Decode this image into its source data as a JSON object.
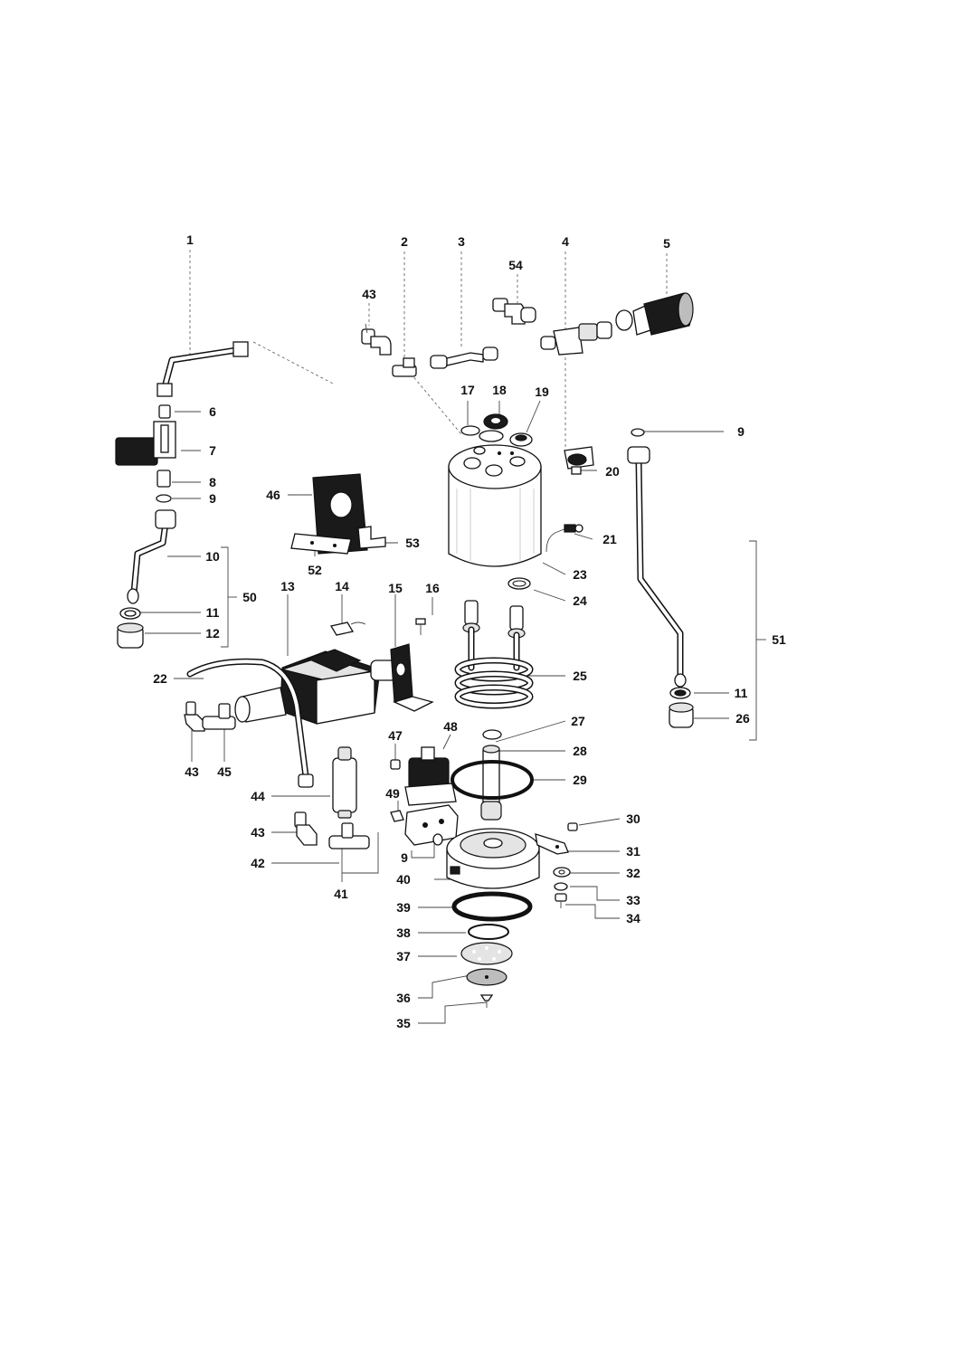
{
  "diagram": {
    "part_numbers": [
      "1",
      "2",
      "3",
      "4",
      "5",
      "54",
      "43",
      "6",
      "7",
      "8",
      "9",
      "10",
      "11",
      "12",
      "50",
      "46",
      "52",
      "53",
      "17",
      "18",
      "19",
      "20",
      "21",
      "23",
      "24",
      "25",
      "9",
      "51",
      "11",
      "26",
      "13",
      "14",
      "15",
      "16",
      "22",
      "43",
      "45",
      "47",
      "48",
      "27",
      "28",
      "29",
      "44",
      "49",
      "43",
      "42",
      "41",
      "9",
      "40",
      "30",
      "31",
      "32",
      "33",
      "34",
      "39",
      "38",
      "37",
      "36",
      "35"
    ]
  }
}
